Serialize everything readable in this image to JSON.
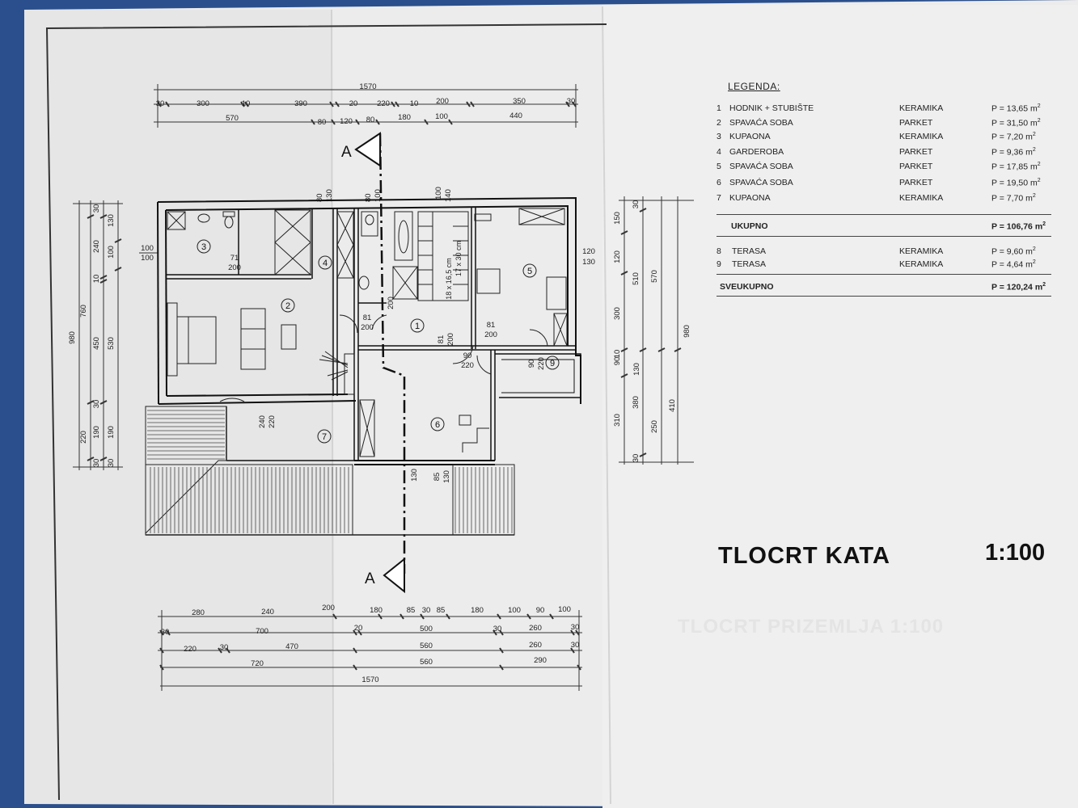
{
  "section_marker": "A",
  "dims": {
    "top": {
      "row1": [
        "1570"
      ],
      "row2": [
        "30",
        "300",
        "10",
        "390",
        "20",
        "220",
        "10",
        "200",
        "350",
        "30"
      ],
      "row3": [
        "570",
        "80",
        "120",
        "80",
        "180",
        "100",
        "440"
      ],
      "partition_sizes": [
        "80",
        "130",
        "80",
        "100",
        "100",
        "140"
      ]
    },
    "bottom": {
      "row1": [
        "280",
        "240",
        "200",
        "180",
        "85",
        "30",
        "85",
        "180",
        "100",
        "90",
        "100"
      ],
      "row2": [
        "30",
        "700",
        "20",
        "500",
        "30",
        "260",
        "30"
      ],
      "row3": [
        "220",
        "30",
        "470",
        "560",
        "260",
        "30"
      ],
      "row4": [
        "720",
        "560",
        "290"
      ],
      "row5": [
        "1570"
      ]
    },
    "left": {
      "outer": [
        "980",
        "760",
        "220"
      ],
      "middle": [
        "30",
        "240",
        "10",
        "450",
        "30",
        "190",
        "30"
      ],
      "inner": [
        "130",
        "100",
        "530",
        "190",
        "30"
      ],
      "window": [
        "100",
        "100"
      ]
    },
    "right": {
      "inner": [
        "150",
        "120",
        "300",
        "90",
        "130",
        "310"
      ],
      "middle": [
        "30",
        "510",
        "10",
        "380",
        "250",
        "30"
      ],
      "outer": [
        "570",
        "980",
        "410"
      ]
    },
    "interior": {
      "d71_200": [
        "71",
        "200"
      ],
      "d81_200a": [
        "81",
        "200"
      ],
      "d81_200b": [
        "81",
        "200"
      ],
      "d81_200c": [
        "81",
        "200"
      ],
      "d90_220a": [
        "90",
        "220"
      ],
      "d90_220b": [
        "90",
        "220"
      ],
      "d240_220": [
        "240",
        "220"
      ],
      "d120_130": [
        "120",
        "130"
      ],
      "stair_left": "18 x 16,5 cm",
      "stair_right": "17 x 30 cm",
      "d130": "130",
      "d85": "85",
      "d200": "200"
    }
  },
  "room_numbers": [
    "1",
    "2",
    "3",
    "4",
    "5",
    "6",
    "7",
    "9"
  ],
  "legend": {
    "title": "LEGENDA:",
    "rooms": [
      {
        "num": "1",
        "name": "HODNIK + STUBIŠTE",
        "material": "KERAMIKA",
        "area": "P = 13,65 m",
        "sup": "2"
      },
      {
        "num": "2",
        "name": "SPAVAĆA SOBA",
        "material": "PARKET",
        "area": "P = 31,50 m",
        "sup": "2"
      },
      {
        "num": "3",
        "name": "KUPAONA",
        "material": "KERAMIKA",
        "area": "P =  7,20 m",
        "sup": "2"
      },
      {
        "num": "4",
        "name": "GARDEROBA",
        "material": "PARKET",
        "area": "P =  9,36 m",
        "sup": "2"
      },
      {
        "num": "5",
        "name": "SPAVAĆA SOBA",
        "material": "PARKET",
        "area": "P = 17,85 m",
        "sup": "2"
      },
      {
        "num": "6",
        "name": "SPAVAĆA  SOBA",
        "material": "PARKET",
        "area": "P = 19,50 m",
        "sup": "2"
      },
      {
        "num": "7",
        "name": "KUPAONA",
        "material": "KERAMIKA",
        "area": "P =  7,70 m",
        "sup": "2"
      }
    ],
    "total_label": "UKUPNO",
    "total_area": "P = 106,76 m",
    "terraces": [
      {
        "num": "8",
        "name": "TERASA",
        "material": "KERAMIKA",
        "area": "P = 9,60 m",
        "sup": "2"
      },
      {
        "num": "9",
        "name": "TERASA",
        "material": "KERAMIKA",
        "area": "P = 4,64 m",
        "sup": "2"
      }
    ],
    "grand_total_label": "SVEUKUPNO",
    "grand_total_area": "P = 120,24 m"
  },
  "title": "TLOCRT  KATA",
  "scale": "1:100",
  "ghost_text": "TLOCRT PRIZEMLJA  1:100",
  "colors": {
    "paper": "#ececec",
    "paper_shadow": "#d8d8d8",
    "ink": "#222222",
    "background": "#2a4f8c"
  }
}
